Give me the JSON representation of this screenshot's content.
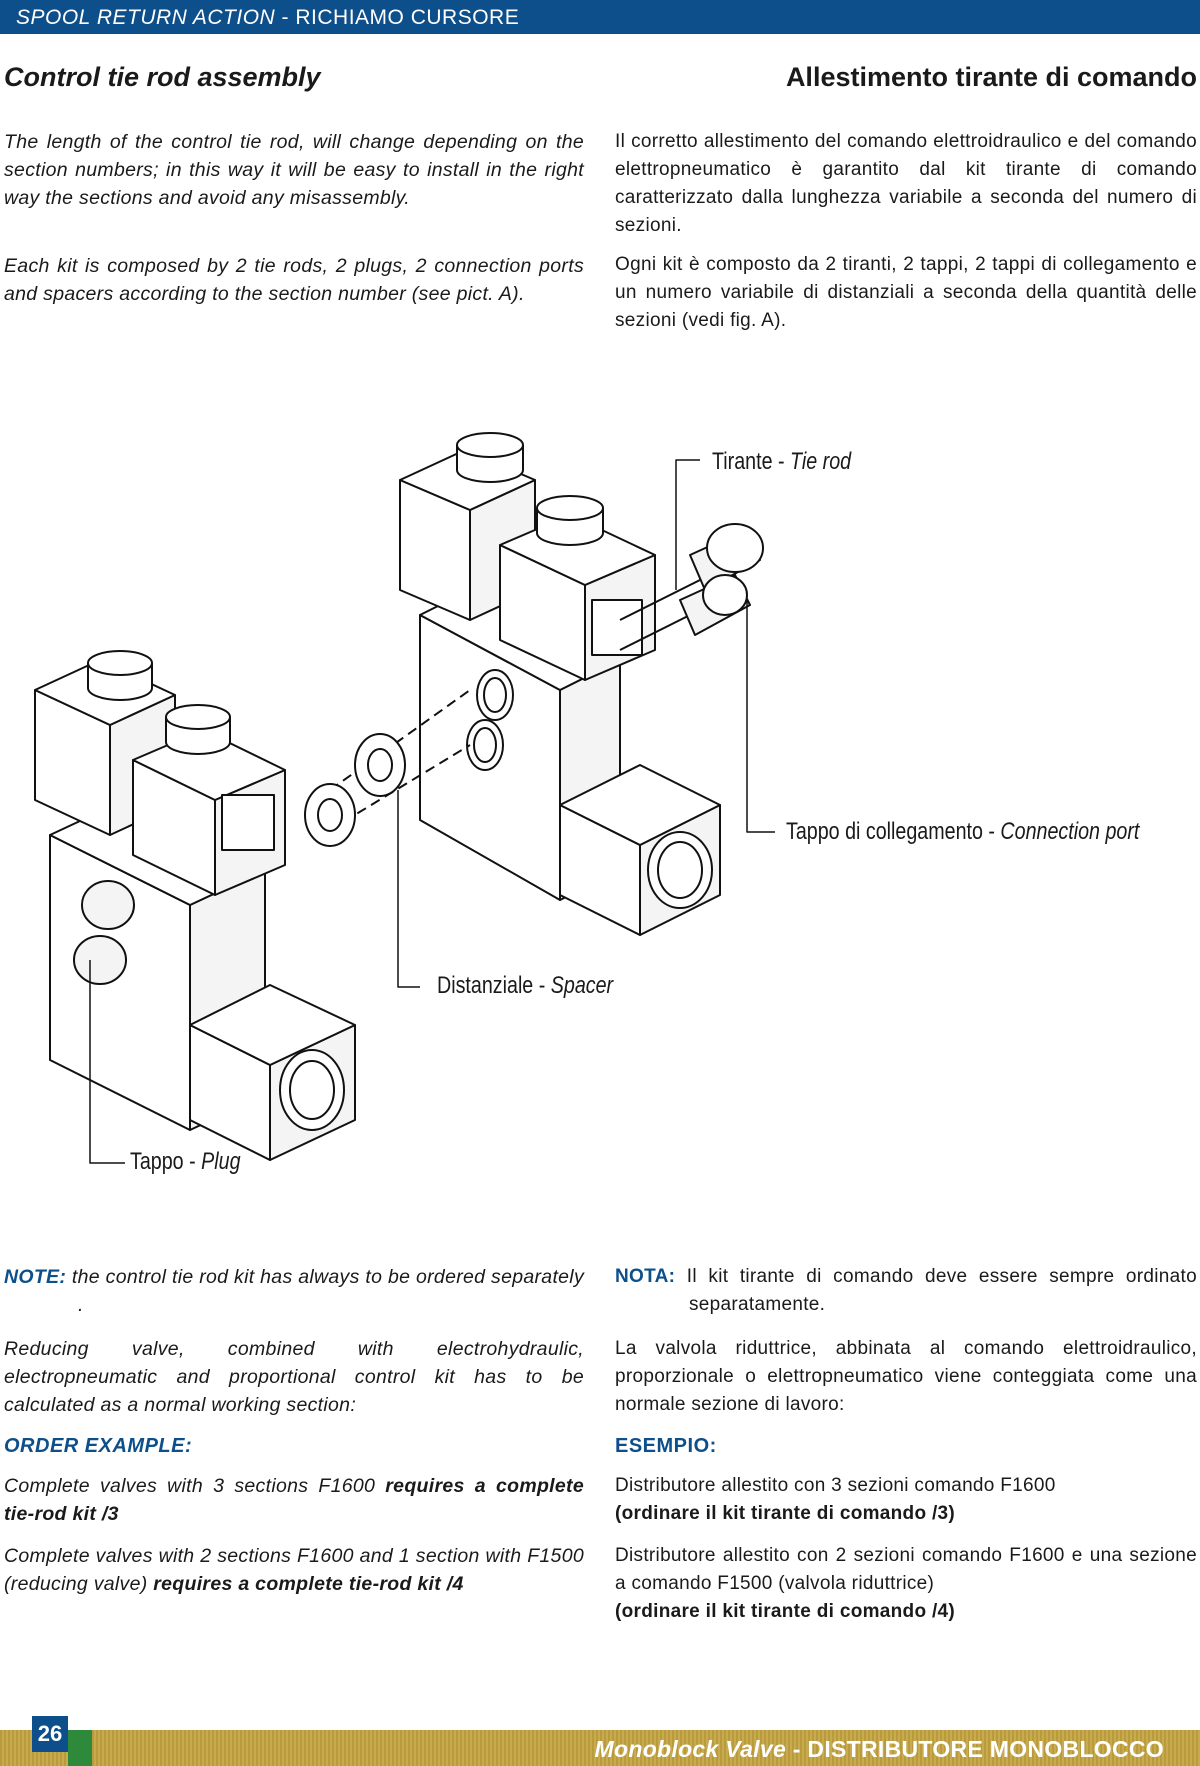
{
  "header": {
    "en": "SPOOL RETURN ACTION",
    "sep": " - ",
    "it": "RICHIAMO CURSORE"
  },
  "titles": {
    "en": "Control tie rod assembly",
    "it": "Allestimento tirante di comando"
  },
  "intro": {
    "en_p1": "The length of the control tie rod, will change depending on the section numbers; in this way it will be easy to install in the right way the sections and avoid any misassembly.",
    "en_p2": "Each kit is composed by 2 tie rods, 2 plugs, 2 connection ports and spacers according to the section number (see pict. A).",
    "it_p1": "Il corretto allestimento del comando elettroidraulico e del comando elettropneumatico è garantito dal kit tirante di comando caratterizzato dalla lunghezza variabile a seconda del numero di sezioni.",
    "it_p2": "Ogni kit è composto da 2 tiranti, 2 tappi, 2 tappi di collegamento e un numero variabile di distanziali a seconda della quantità delle sezioni (vedi fig. A)."
  },
  "figure_labels": {
    "tie_rod_it": "Tirante -",
    "tie_rod_en": "Tie rod",
    "connection_it": "Tappo di collegamento -",
    "connection_en": "Connection port",
    "spacer_it": "Distanziale -",
    "spacer_en": "Spacer",
    "plug_it": "Tappo -",
    "plug_en": "Plug"
  },
  "notes": {
    "en_key": "NOTE:",
    "en_text": "the control tie rod kit has always to be ordered separately .",
    "it_key": "NOTA:",
    "it_text": "Il kit tirante di comando deve essere sempre ordinato separatamente.",
    "en_reducing": "Reducing valve, combined with electrohydraulic, electropneumatic and proportional control kit has to be calculated as a normal working section:",
    "it_reducing": "La valvola riduttrice, abbinata al comando elettroidraulico, proporzionale o elettropneumatico viene conteggiata come una normale sezione di lavoro:",
    "en_order_head": "ORDER EXAMPLE:",
    "it_order_head": "ESEMPIO:",
    "en_ex1_a": "Complete valves with 3 sections F1600 ",
    "en_ex1_b": "requires a complete tie-rod kit /3",
    "en_ex2_a": "Complete valves with 2 sections F1600 and 1 section with F1500 (reducing valve) ",
    "en_ex2_b": "requires a complete tie-rod kit /4",
    "it_ex1_a": "Distributore allestito con 3 sezioni comando F1600",
    "it_ex1_b": "(ordinare il kit tirante di comando /3)",
    "it_ex2_a": "Distributore allestito con 2 sezioni comando F1600 e una sezione a comando F1500 (valvola riduttrice)",
    "it_ex2_b": "(ordinare il kit tirante di comando /4)"
  },
  "footer": {
    "page": "26",
    "en": "Monoblock Valve",
    "sep": " - ",
    "it": "DISTRIBUTORE MONOBLOCCO"
  },
  "colors": {
    "brand_blue": "#0d4f8b",
    "footer_gold": "#c1a245",
    "page_tab_green": "#2e8a3a"
  }
}
